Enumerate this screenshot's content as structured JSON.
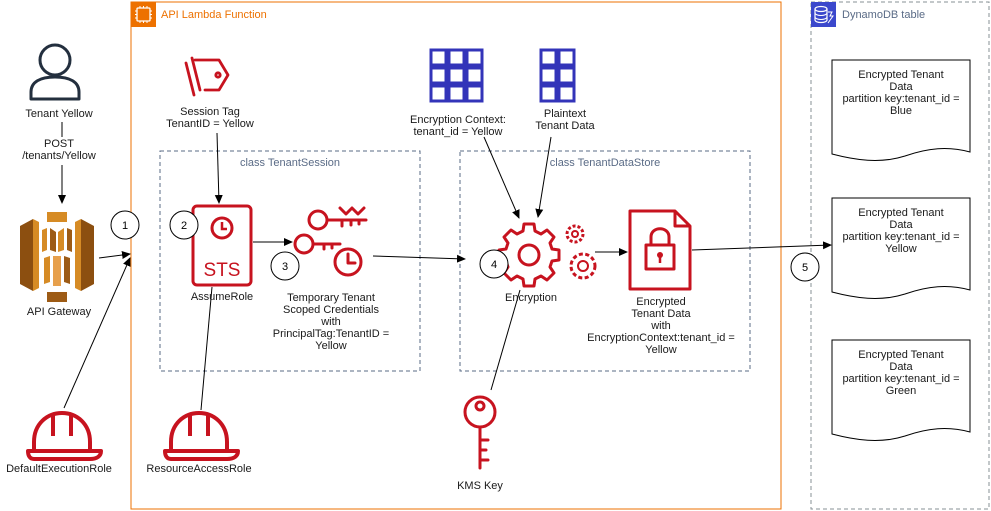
{
  "colors": {
    "lambda_border": "#ed7100",
    "stroke_gray": "#879196",
    "group_dashed": "#5a6b86",
    "red_icon": "#c7131f",
    "blue_icon": "#3334b9",
    "api_gateway": "#d68b25",
    "dynamo_blue": "#3b48cc"
  },
  "lambda_group": {
    "title": "API Lambda Function",
    "icon": "lambda-icon"
  },
  "dynamodb_group": {
    "title": "DynamoDB table",
    "icon": "dynamodb-icon"
  },
  "tenant_session_group": {
    "title": "class TenantSession"
  },
  "tenant_datastore_group": {
    "title": "class TenantDataStore"
  },
  "nodes": {
    "tenant_user": {
      "label": "Tenant Yellow",
      "icon": "user-icon"
    },
    "post_request": {
      "label": "POST\n/tenants/Yellow"
    },
    "api_gateway": {
      "label": "API Gateway",
      "icon": "api-gateway-icon"
    },
    "default_role": {
      "label": "DefaultExecutionRole",
      "icon": "hard-hat-icon"
    },
    "resource_role": {
      "label": "ResourceAccessRole",
      "icon": "hard-hat-icon"
    },
    "session_tag": {
      "label": "Session Tag\nTenantID = Yellow",
      "icon": "tag-icon"
    },
    "sts": {
      "label": "AssumeRole",
      "icon": "sts-icon",
      "icon_text": "STS"
    },
    "credentials": {
      "label": "Temporary Tenant\nScoped Credentials\nwith\nPrincipalTag:TenantID =\nYellow",
      "icon": "temporary-credentials-icon"
    },
    "encryption_context": {
      "label": "Encryption Context:\ntenant_id = Yellow",
      "icon": "grid-icon"
    },
    "plaintext": {
      "label": "Plaintext\nTenant Data",
      "icon": "grid-icon"
    },
    "encryption": {
      "label": "Encryption",
      "icon": "gears-icon"
    },
    "encrypted": {
      "label": "Encrypted\nTenant Data\nwith\nEncryptionContext:tenant_id =\nYellow",
      "icon": "encrypted-data-icon"
    },
    "kms_key": {
      "label": "KMS Key",
      "icon": "key-icon"
    }
  },
  "steps": [
    "1",
    "2",
    "3",
    "4",
    "5"
  ],
  "documents": [
    "Encrypted Tenant\nData\npartition key:tenant_id =\nBlue",
    "Encrypted Tenant\nData\npartition key:tenant_id =\nYellow",
    "Encrypted Tenant\nData\npartition key:tenant_id =\nGreen"
  ]
}
